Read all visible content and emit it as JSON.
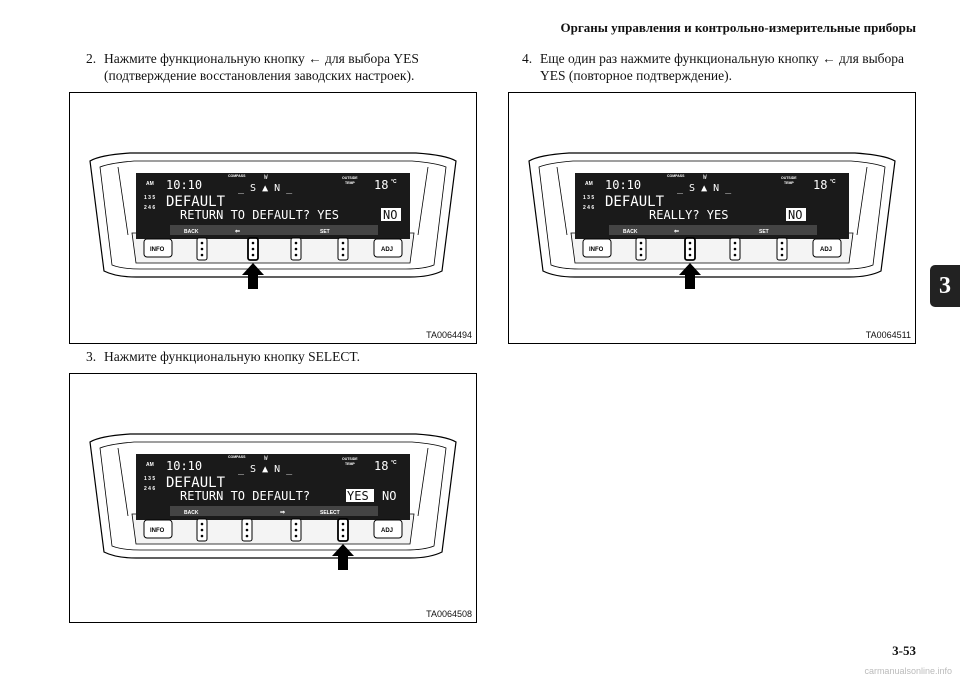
{
  "header": "Органы управления и контрольно-измерительные приборы",
  "section_tab": "3",
  "page_number": "3-53",
  "watermark": "carmanualsonline.info",
  "steps": [
    {
      "num": "2.",
      "line1": "Нажмите функциональную кнопку ← для выбора YES",
      "line2": "(подтверждение восстановления заводских настроек)."
    },
    {
      "num": "3.",
      "line1": "Нажмите функциональную кнопку SELECT.",
      "line2": ""
    },
    {
      "num": "4.",
      "line1": "Еще один раз нажмите функциональную кнопку ← для выбора",
      "line2": "YES (повторное подтверждение)."
    }
  ],
  "figures": [
    {
      "code": "TA0064494",
      "display": {
        "band": "AM",
        "time": "10:10",
        "compass_label": "COMPASS",
        "compass": "_ S ▲ N _",
        "compass_top": "W",
        "outside_label": "OUTSIDE",
        "temp_label": "TEMP",
        "temp": "18",
        "unit": "°C",
        "presets_left": "1 3 5",
        "presets_right": "2 4 6",
        "line1": "DEFAULT",
        "line2": "RETURN TO DEFAULT? YES",
        "hl": "NO",
        "soft": [
          "BACK",
          "⇐",
          "",
          "SET",
          ""
        ]
      },
      "buttons": {
        "left": "INFO",
        "right": "ADJ"
      }
    },
    {
      "code": "TA0064508",
      "display": {
        "band": "AM",
        "time": "10:10",
        "compass_label": "COMPASS",
        "compass": "_ S ▲ N _",
        "compass_top": "W",
        "outside_label": "OUTSIDE",
        "temp_label": "TEMP",
        "temp": "18",
        "unit": "°C",
        "presets_left": "1 3 5",
        "presets_right": "2 4 6",
        "line1": "DEFAULT",
        "line2_pre": "RETURN TO DEFAULT?",
        "hl": "YES",
        "line2_post": "NO",
        "soft": [
          "BACK",
          "",
          "⇒",
          "SELECT",
          ""
        ]
      },
      "buttons": {
        "left": "INFO",
        "right": "ADJ"
      }
    },
    {
      "code": "TA0064511",
      "display": {
        "band": "AM",
        "time": "10:10",
        "compass_label": "COMPASS",
        "compass": "_ S ▲ N _",
        "compass_top": "W",
        "outside_label": "OUTSIDE",
        "temp_label": "TEMP",
        "temp": "18",
        "unit": "°C",
        "presets_left": "1 3 5",
        "presets_right": "2 4 6",
        "line1": "DEFAULT",
        "line2": "REALLY?   YES",
        "hl": "NO",
        "soft": [
          "BACK",
          "⇐",
          "",
          "SET",
          ""
        ]
      },
      "buttons": {
        "left": "INFO",
        "right": "ADJ"
      }
    }
  ]
}
